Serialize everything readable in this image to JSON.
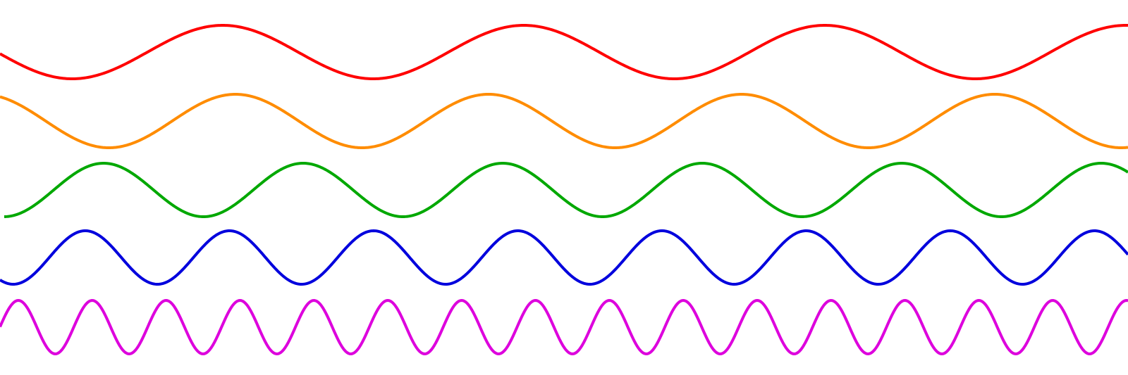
{
  "waves": [
    {
      "name": "red",
      "color": "#ff0000",
      "cycles": 3.74
    },
    {
      "name": "orange",
      "color": "#ff8c00",
      "cycles": 4.45
    },
    {
      "name": "green",
      "color": "#00a800",
      "cycles": 5.53
    },
    {
      "name": "blue",
      "color": "#0000dd",
      "cycles": 7.74
    },
    {
      "name": "magenta",
      "color": "#dd00dd",
      "cycles": 15.2
    }
  ]
}
